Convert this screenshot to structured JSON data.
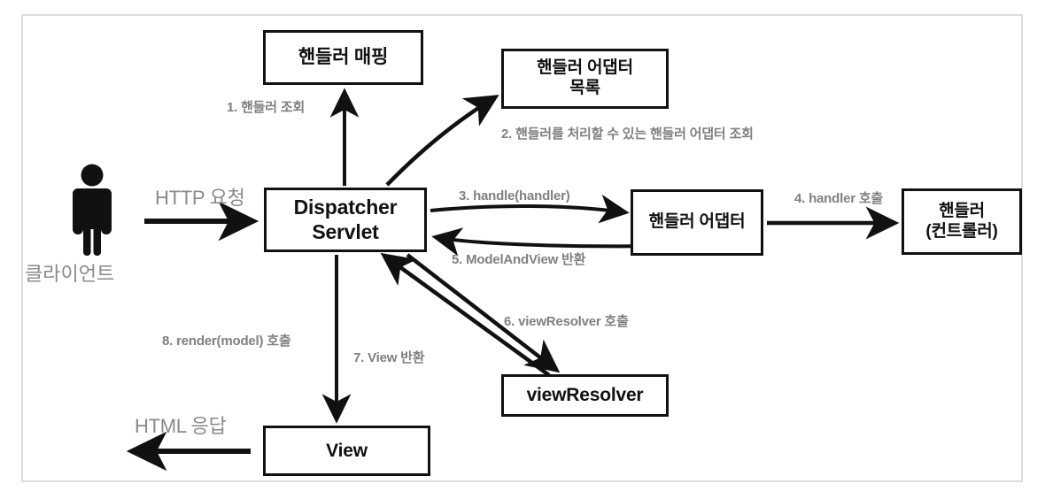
{
  "diagram": {
    "title": "Spring MVC DispatcherServlet flow",
    "frame_color": "#dcdcdc",
    "node_border_color": "#111111",
    "label_color": "#808080",
    "big_label_color": "#8a8a8a"
  },
  "actor": {
    "icon": "person-icon",
    "label": "클라이언트"
  },
  "nodes": {
    "handler_mapping": "핸들러 매핑",
    "adapter_list": "핸들러 어댑터\n목록",
    "dispatcher_servlet": "Dispatcher\nServlet",
    "handler_adapter": "핸들러 어댑터",
    "handler_controller": "핸들러\n(컨트롤러)",
    "view_resolver": "viewResolver",
    "view": "View"
  },
  "edges": {
    "http_request": "HTTP 요청",
    "http_response": "HTML 응답",
    "step1": "1. 핸들러 조회",
    "step2": "2. 핸들러를 처리할 수 있는 핸들러 어댑터 조회",
    "step3": "3. handle(handler)",
    "step4": "4. handler 호출",
    "step5": "5. ModelAndView 반환",
    "step6": "6. viewResolver 호출",
    "step7": "7. View 반환",
    "step8": "8. render(model) 호출"
  }
}
